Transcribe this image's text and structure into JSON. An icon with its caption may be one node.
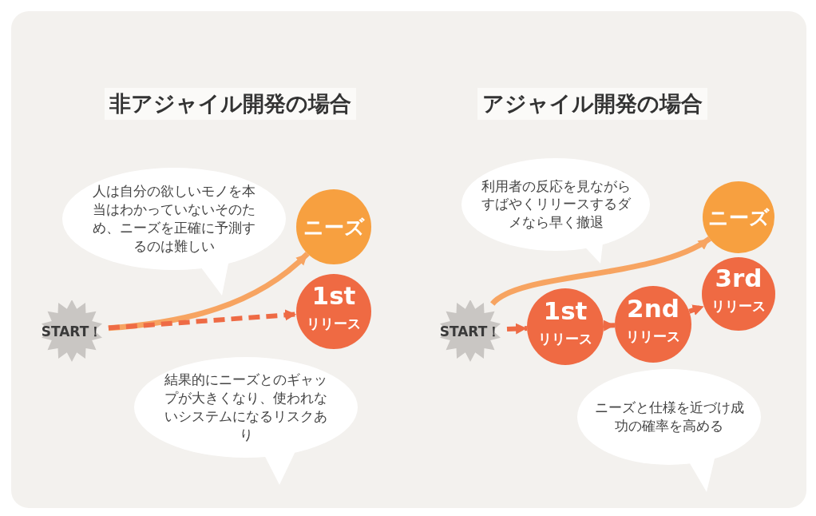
{
  "diagram": {
    "nodes": [
      {
        "text": [
          "START！"
        ]
      },
      {
        "text": [
          "人は自分の欲しいモノを本当はわかっていないそのため、ニーズを正確に予測するのは難しい"
        ]
      },
      {
        "text": [
          "ニーズ"
        ]
      },
      {
        "text": [
          "1st",
          "リリース"
        ]
      },
      {
        "text": [
          "結果的にニーズとのギャップが大きくなり、使われないシステムになるリスクあり"
        ]
      },
      {
        "text": [
          "START！"
        ]
      },
      {
        "text": [
          "利用者の反応を見ながらすばやくリリースするダメなら早く撤退"
        ]
      },
      {
        "text": [
          "1st",
          "リリース"
        ]
      },
      {
        "text": [
          "2nd",
          "リリース"
        ]
      },
      {
        "text": [
          "ニーズ"
        ]
      },
      {
        "text": [
          "3rd",
          "リリース"
        ]
      },
      {
        "text": [
          "ニーズと仕様を近づけ成功の確率を高める"
        ]
      }
    ],
    "edges": [
      {
        "from": 0,
        "to": 2,
        "arrow": "to",
        "color": "#f7a461"
      },
      {
        "from": 0,
        "to": 3,
        "arrow": "to",
        "style": "dashed"
      },
      {
        "from": 5,
        "to": 7,
        "arrow": "to",
        "style": "dashed"
      },
      {
        "from": 7,
        "to": 8,
        "arrow": "to",
        "style": "dashed"
      },
      {
        "from": 8,
        "to": 10,
        "arrow": "to",
        "style": "dashed"
      },
      {
        "from": 5,
        "to": 9,
        "arrow": "to",
        "color": "#f7a461"
      }
    ],
    "labels": [
      "非アジャイル開発の場合",
      "アジャイル開発の場合"
    ]
  }
}
